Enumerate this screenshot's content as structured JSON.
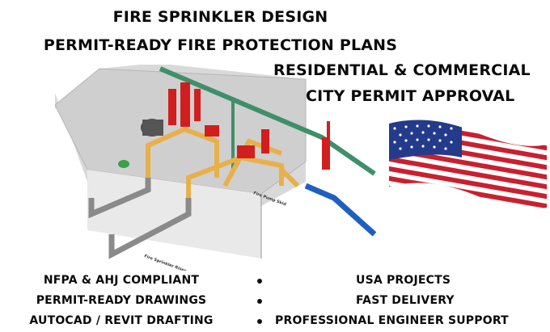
{
  "header": {
    "title_line1": "FIRE SPRINKLER DESIGN",
    "title_line2": "PERMIT-READY FIRE PROTECTION PLANS",
    "subtitle_line1": "RESIDENTIAL & COMMERCIAL",
    "subtitle_line2": "CITY PERMIT APPROVAL"
  },
  "illustration": {
    "label_pipe": "Fire Pump Skid",
    "label_corner": "Fire Sprinkler Riser"
  },
  "left_features": [
    "NFPA & AHJ COMPLIANT",
    "PERMIT-READY DRAWINGS",
    "AUTOCAD / REVIT DRAFTING"
  ],
  "right_features": [
    "USA PROJECTS",
    "FAST DELIVERY",
    "PROFESSIONAL ENGINEER SUPPORT"
  ],
  "colors": {
    "pipe_red": "#d11f1f",
    "pipe_yellow": "#e8b04a",
    "pipe_blue": "#1f5fbf",
    "pipe_green": "#3f8f6a",
    "pipe_gray": "#8a8a8a",
    "flag_red": "#c8202f",
    "flag_blue": "#243a8a"
  }
}
